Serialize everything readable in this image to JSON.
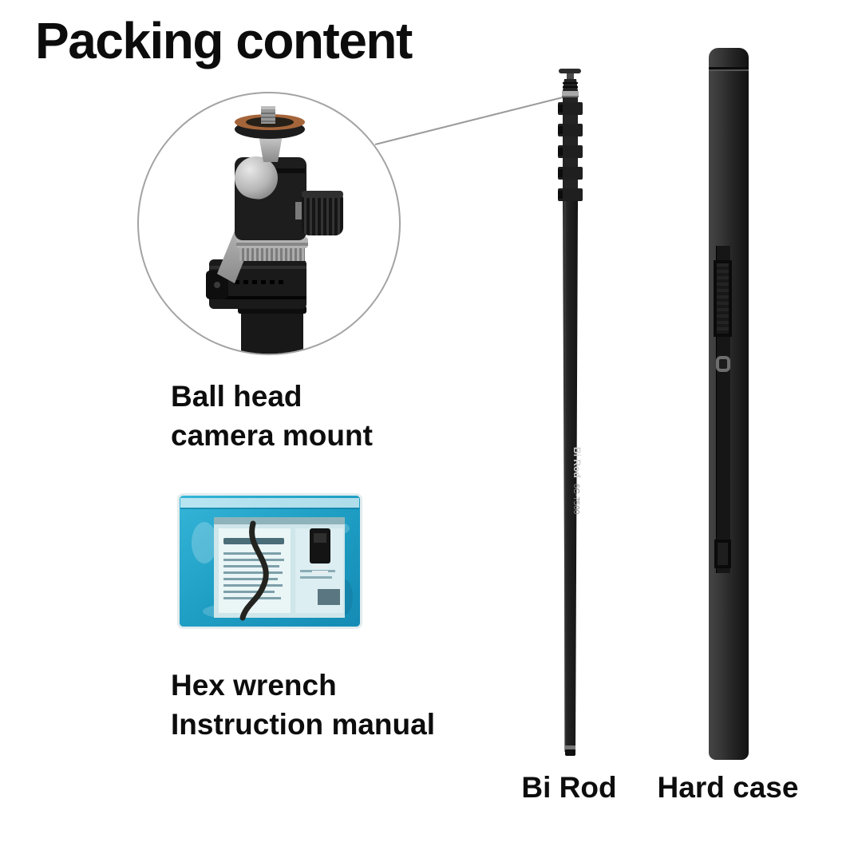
{
  "title": "Packing content",
  "ball_head": {
    "line1": "Ball head",
    "line2": "camera mount"
  },
  "accessories": {
    "line1": "Hex wrench",
    "line2": "Instruction manual"
  },
  "bi_rod": {
    "caption": "Bi Rod",
    "pole_print_brand": "Bi Rod",
    "pole_print_model": "6C-7500"
  },
  "hard_case": {
    "caption": "Hard case"
  },
  "colors": {
    "background": "#ffffff",
    "text": "#0d0d0d",
    "callout_stroke": "#a3a3a3",
    "leader_line": "#9b9b9b",
    "bag_teal_light": "#35b5d8",
    "bag_teal_dark": "#148bb4",
    "rod_black": "#1f1f1f",
    "case_charcoal": "#2e2e2e",
    "mount_plate_orange": "#a5653a"
  }
}
